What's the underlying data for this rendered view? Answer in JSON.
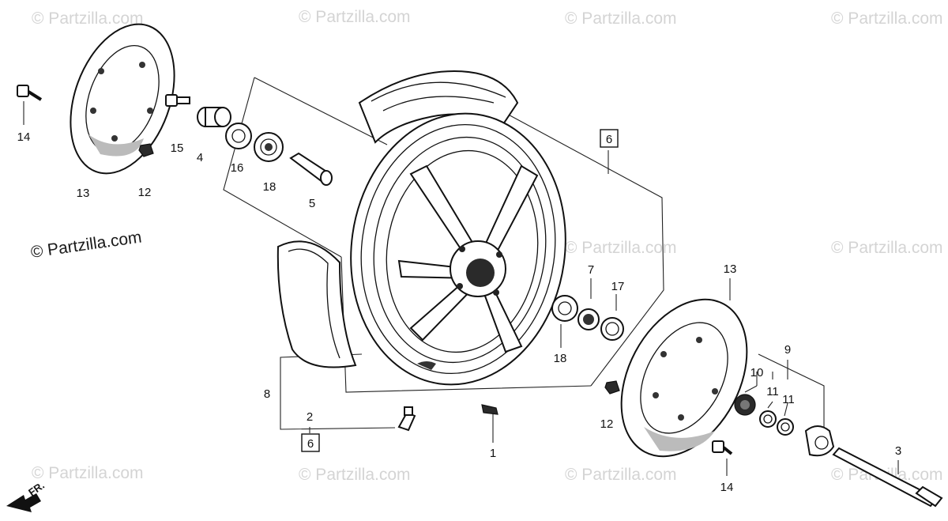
{
  "watermark": {
    "text": "© Partzilla.com",
    "prominent_text": "© Partzilla.com"
  },
  "direction_label": "FR.",
  "callouts": {
    "c1": "1",
    "c2": "2",
    "c3": "3",
    "c4": "4",
    "c5": "5",
    "c6a": "6",
    "c6b": "6",
    "c7": "7",
    "c8": "8",
    "c9": "9",
    "c10": "10",
    "c11a": "11",
    "c11b": "11",
    "c12a": "12",
    "c12b": "12",
    "c13a": "13",
    "c13b": "13",
    "c14a": "14",
    "c14b": "14",
    "c15": "15",
    "c16": "16",
    "c17": "17",
    "c18a": "18",
    "c18b": "18"
  }
}
